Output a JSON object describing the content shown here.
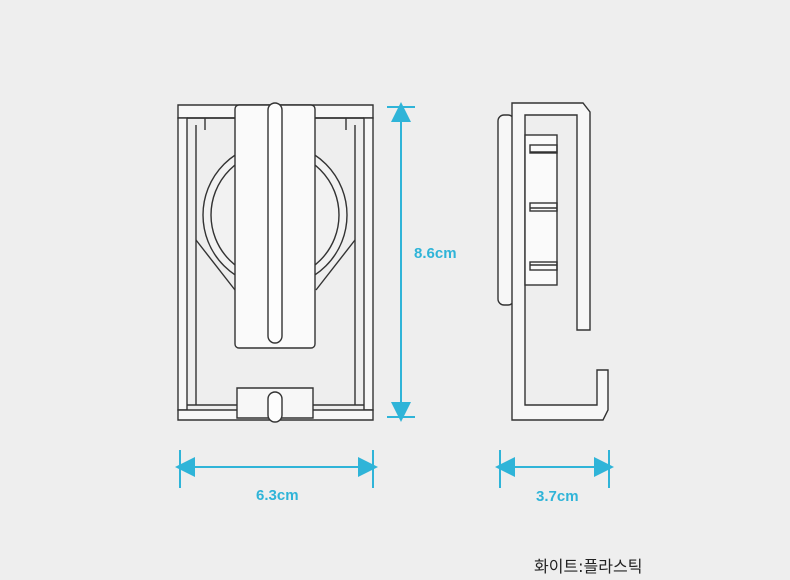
{
  "dimensions": {
    "height": "8.6cm",
    "width": "6.3cm",
    "depth": "3.7cm"
  },
  "caption": "화이트:플라스틱",
  "colors": {
    "dimension_line": "#2fb4d8",
    "outline": "#333333",
    "background": "#eeeeee",
    "part_fill": "#f7f7f7"
  }
}
